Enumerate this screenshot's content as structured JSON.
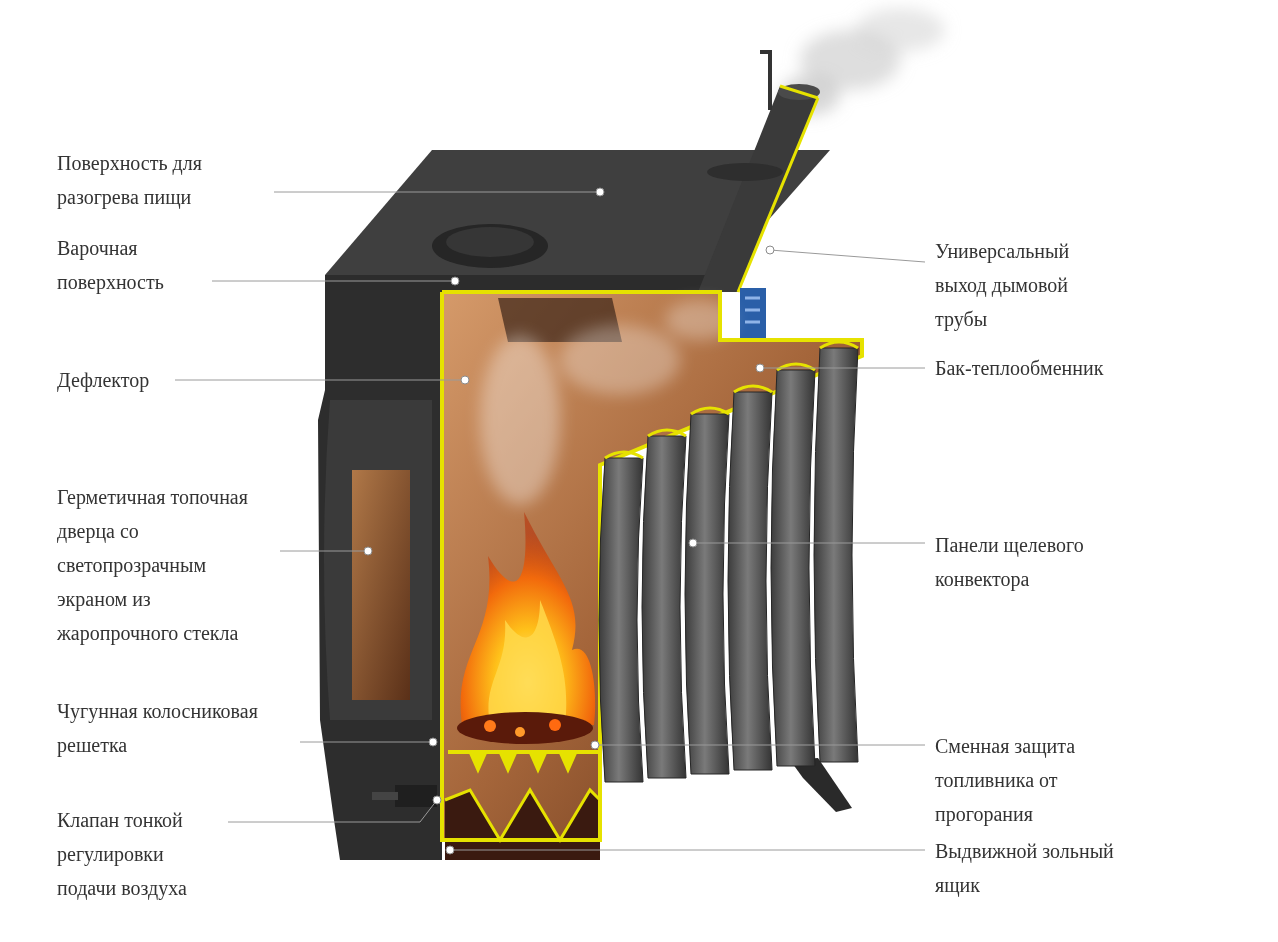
{
  "diagram": {
    "labels": [
      "Поверхность для разогрева пищи",
      "Варочная поверхность",
      "Дефлектор",
      "Герметичная топочная дверца со светопрозрачным экраном из жаропрочного стекла",
      "Чугунная колосниковая решетка",
      "Клапан тонкой регулировки подачи воздуха",
      "Универсальный выход дымовой трубы",
      "Бак-теплообменник",
      "Панели щелевого конвектора",
      "Сменная защита топливника от прогорания",
      "Выдвижной зольный ящик"
    ]
  }
}
